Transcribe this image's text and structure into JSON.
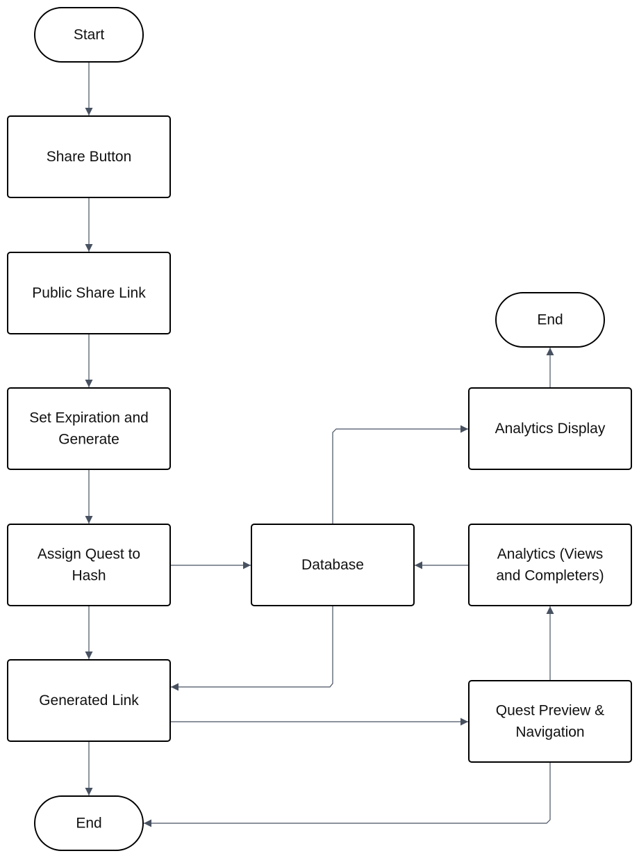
{
  "colors": {
    "node_fill": "#ffffff",
    "node_stroke": "#000000",
    "edge": "#475160",
    "text": "#111111"
  },
  "nodes": {
    "start": {
      "shape": "terminal",
      "lines": [
        "Start"
      ]
    },
    "share_button": {
      "shape": "process",
      "lines": [
        "Share Button"
      ]
    },
    "public_share_link": {
      "shape": "process",
      "lines": [
        "Public Share Link"
      ]
    },
    "set_expiration": {
      "shape": "process",
      "lines": [
        "Set Expiration and",
        "Generate"
      ]
    },
    "assign_quest": {
      "shape": "process",
      "lines": [
        "Assign Quest to",
        "Hash"
      ]
    },
    "generated_link": {
      "shape": "process",
      "lines": [
        "Generated Link"
      ]
    },
    "end_left": {
      "shape": "terminal",
      "lines": [
        "End"
      ]
    },
    "database": {
      "shape": "process",
      "lines": [
        "Database"
      ]
    },
    "analytics_display": {
      "shape": "process",
      "lines": [
        "Analytics Display"
      ]
    },
    "end_right": {
      "shape": "terminal",
      "lines": [
        "End"
      ]
    },
    "analytics_views": {
      "shape": "process",
      "lines": [
        "Analytics (Views",
        "and Completers)"
      ]
    },
    "quest_preview": {
      "shape": "process",
      "lines": [
        "Quest Preview &",
        "Navigation"
      ]
    }
  },
  "edges": [
    {
      "from": "start",
      "to": "share_button"
    },
    {
      "from": "share_button",
      "to": "public_share_link"
    },
    {
      "from": "public_share_link",
      "to": "set_expiration"
    },
    {
      "from": "set_expiration",
      "to": "assign_quest"
    },
    {
      "from": "assign_quest",
      "to": "generated_link"
    },
    {
      "from": "generated_link",
      "to": "end_left"
    },
    {
      "from": "assign_quest",
      "to": "database"
    },
    {
      "from": "database",
      "to": "generated_link"
    },
    {
      "from": "database",
      "to": "analytics_display"
    },
    {
      "from": "analytics_display",
      "to": "end_right"
    },
    {
      "from": "analytics_views",
      "to": "database"
    },
    {
      "from": "generated_link",
      "to": "quest_preview"
    },
    {
      "from": "quest_preview",
      "to": "analytics_views"
    },
    {
      "from": "quest_preview",
      "to": "end_left"
    }
  ]
}
